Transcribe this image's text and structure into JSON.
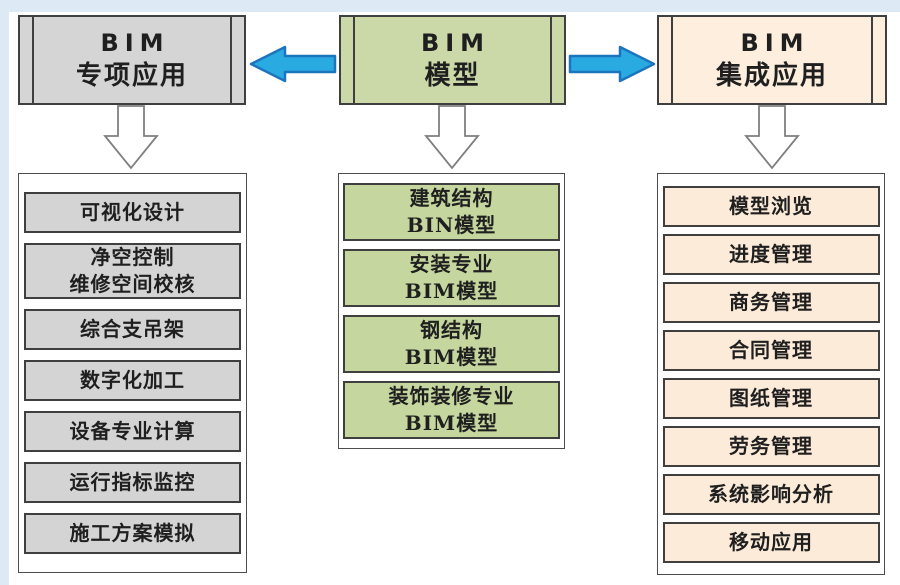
{
  "colors": {
    "background": "#ffffff",
    "frame": "#dde9f5",
    "gray_header_bg": "#d5d5d5",
    "gray_item_bg": "#d4d4d4",
    "green_header_bg": "#cbd8a8",
    "green_item_bg": "#c5d79f",
    "peach_header_bg": "#fdeedd",
    "peach_item_bg": "#fdebd9",
    "box_border": "#3f3f3f",
    "blue_arrow_fill": "#29abe2",
    "blue_arrow_stroke": "#1c75bc",
    "down_arrow_fill": "#ffffff",
    "down_arrow_stroke": "#7f7f7f",
    "text": "#1f1f1f"
  },
  "icons": {
    "blue_left_arrow": "thick left-pointing arrow",
    "blue_right_arrow": "thick right-pointing arrow",
    "down_arrow": "hollow down-pointing arrow"
  },
  "columns": {
    "special": {
      "header": {
        "en": "BIM",
        "zh": "专项应用"
      },
      "items": [
        "可视化设计",
        "净空控制\n维修空间校核",
        "综合支吊架",
        "数字化加工",
        "设备专业计算",
        "运行指标监控",
        "施工方案模拟"
      ]
    },
    "model": {
      "header": {
        "en": "BIM",
        "zh": "模型"
      },
      "items": [
        "建筑结构\nBIN模型",
        "安装专业\nBIM模型",
        "钢结构\nBIM模型",
        "装饰装修专业\nBIM模型"
      ]
    },
    "integrated": {
      "header": {
        "en": "BIM",
        "zh": "集成应用"
      },
      "items": [
        "模型浏览",
        "进度管理",
        "商务管理",
        "合同管理",
        "图纸管理",
        "劳务管理",
        "系统影响分析",
        "移动应用"
      ]
    }
  }
}
